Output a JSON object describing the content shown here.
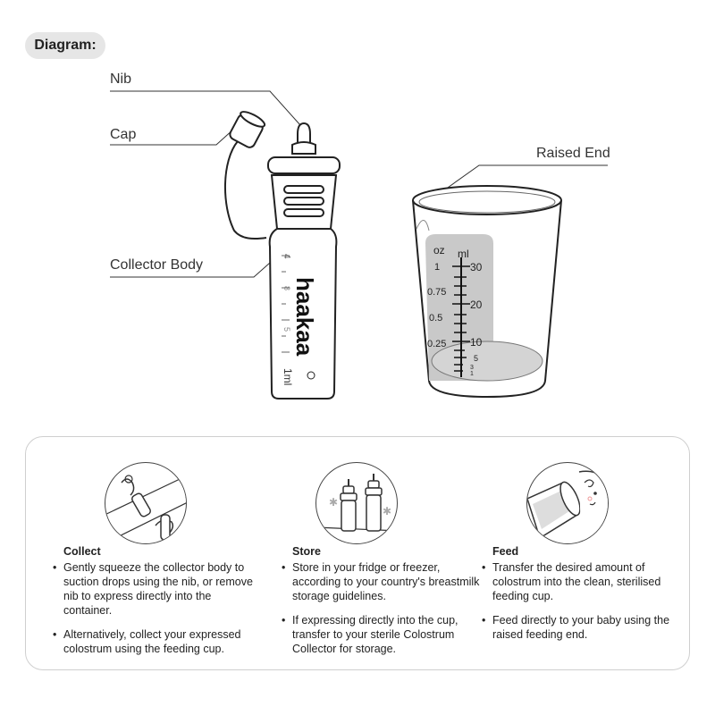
{
  "header": {
    "tag": "Diagram:"
  },
  "callouts": {
    "nib": "Nib",
    "cap": "Cap",
    "collector_body": "Collector Body",
    "raised_end": "Raised End"
  },
  "collector": {
    "brand": "haakaa",
    "scale_top": "4",
    "scale_marks": [
      "8",
      "5"
    ],
    "unit": "1ml"
  },
  "cup": {
    "oz_label": "oz",
    "ml_label": "ml",
    "oz_marks": [
      "1",
      "0.75",
      "0.5",
      "0.25"
    ],
    "ml_marks": [
      "30",
      "20",
      "10",
      "5",
      "3",
      "1"
    ]
  },
  "steps": [
    {
      "title": "Collect",
      "icon": "hands-squeezing-collector-icon",
      "bullets": [
        "Gently squeeze the collector body to suction drops using the nib, or remove nib to express directly into the container.",
        "Alternatively, collect your expressed colostrum using the feeding cup."
      ]
    },
    {
      "title": "Store",
      "icon": "collectors-in-freezer-icon",
      "bullets": [
        "Store in your fridge or freezer, according to your country's breastmilk storage guidelines.",
        "If expressing directly into the cup, transfer to your sterile Colostrum Collector for storage."
      ]
    },
    {
      "title": "Feed",
      "icon": "baby-feeding-cup-icon",
      "bullets": [
        "Transfer the desired amount of colostrum into the clean, sterilised feeding cup.",
        "Feed directly to your baby using the raised feeding end."
      ]
    }
  ]
}
